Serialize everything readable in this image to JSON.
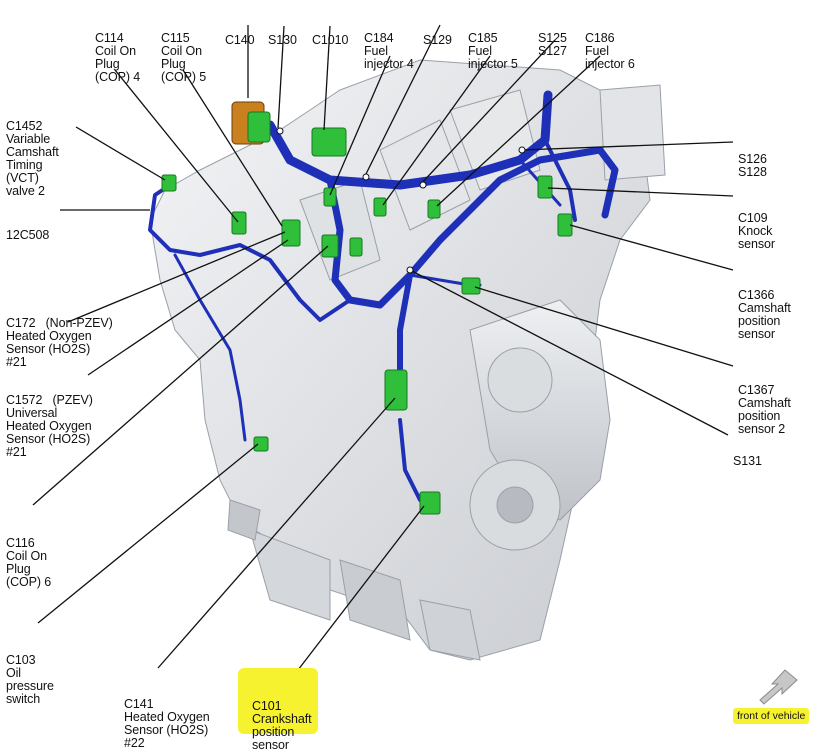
{
  "callouts": [
    {
      "id": "c114",
      "lines": [
        "C114",
        "Coil On",
        "Plug",
        "(COP) 4"
      ]
    },
    {
      "id": "c115",
      "lines": [
        "C115",
        "Coil On",
        "Plug",
        "(COP) 5"
      ]
    },
    {
      "id": "c140",
      "lines": [
        "C140"
      ]
    },
    {
      "id": "s130",
      "lines": [
        "S130"
      ]
    },
    {
      "id": "c1010",
      "lines": [
        "C1010"
      ]
    },
    {
      "id": "c184",
      "lines": [
        "C184",
        "Fuel",
        "injector 4"
      ]
    },
    {
      "id": "s129",
      "lines": [
        "S129"
      ]
    },
    {
      "id": "c185",
      "lines": [
        "C185",
        "Fuel",
        "injector 5"
      ]
    },
    {
      "id": "s125",
      "lines": [
        "S125",
        "S127"
      ]
    },
    {
      "id": "c186",
      "lines": [
        "C186",
        "Fuel",
        "injector 6"
      ]
    },
    {
      "id": "c1452",
      "lines": [
        "C1452",
        "Variable",
        "Camshaft",
        "Timing",
        "(VCT)",
        "valve 2"
      ]
    },
    {
      "id": "c12c508",
      "lines": [
        "12C508"
      ]
    },
    {
      "id": "c172",
      "lines": [
        "C172   (Non-PZEV)",
        "Heated Oxygen",
        "Sensor (HO2S)",
        "#21"
      ]
    },
    {
      "id": "c1572",
      "lines": [
        "C1572   (PZEV)",
        "Universal",
        "Heated Oxygen",
        "Sensor (HO2S)",
        "#21"
      ]
    },
    {
      "id": "c116",
      "lines": [
        "C116",
        "Coil On",
        "Plug",
        "(COP) 6"
      ]
    },
    {
      "id": "c103",
      "lines": [
        "C103",
        "Oil",
        "pressure",
        "switch"
      ]
    },
    {
      "id": "c141",
      "lines": [
        "C141",
        "Heated Oxygen",
        "Sensor (HO2S)",
        "#22"
      ]
    },
    {
      "id": "c101",
      "lines": [
        "C101",
        "Crankshaft",
        "position",
        "sensor"
      ]
    },
    {
      "id": "s126",
      "lines": [
        "S126",
        "S128"
      ]
    },
    {
      "id": "c109",
      "lines": [
        "C109",
        "Knock",
        "sensor"
      ]
    },
    {
      "id": "c1366",
      "lines": [
        "C1366",
        "Camshaft",
        "position",
        "sensor"
      ]
    },
    {
      "id": "c1367",
      "lines": [
        "C1367",
        "Camshaft",
        "position",
        "sensor 2"
      ]
    },
    {
      "id": "s131",
      "lines": [
        "S131"
      ]
    }
  ],
  "front_of_vehicle": "front of vehicle",
  "colors": {
    "harness": "#1e2fb8",
    "connector": "#2fbf3a",
    "engine": "#e7e9ec",
    "highlight": "#f6f230"
  }
}
